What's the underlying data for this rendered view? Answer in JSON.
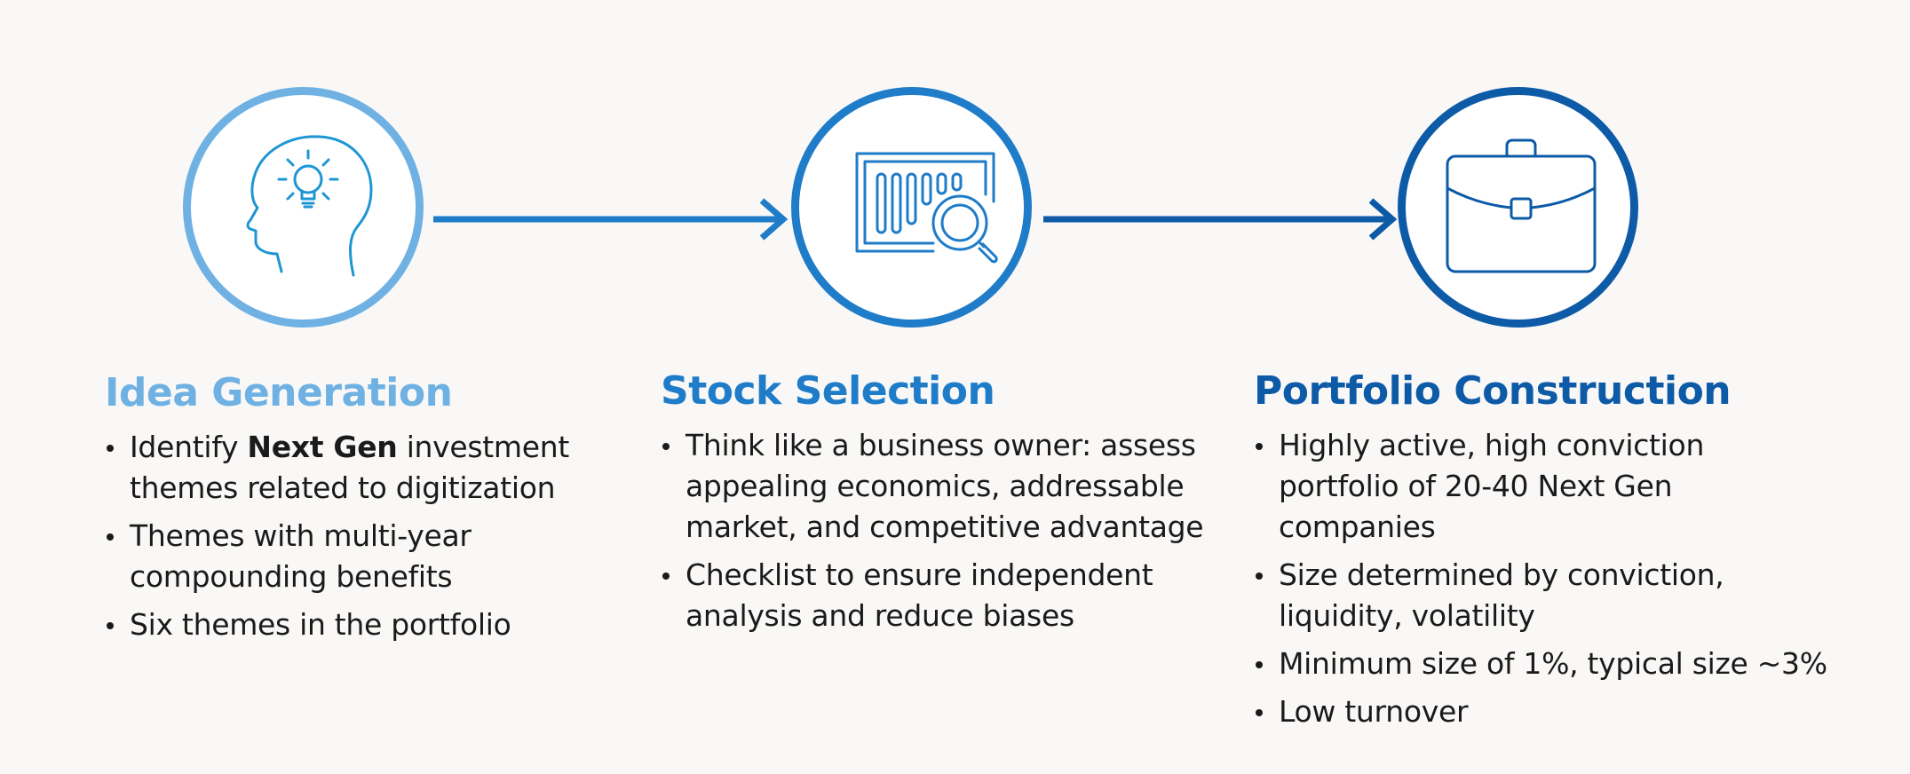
{
  "colors": {
    "background": "#f9f8f7",
    "step1": "#6fb1e3",
    "step2": "#1f7cc8",
    "step3": "#0d5aa7",
    "text": "#1a1a1a"
  },
  "steps": [
    {
      "icon": "head-lightbulb-icon",
      "title": "Idea Generation",
      "bullets": [
        {
          "pre": "Identify ",
          "bold": "Next Gen",
          "post": " investment themes related to digitization"
        },
        {
          "text": "Themes with multi-year compounding benefits"
        },
        {
          "text": "Six themes in the portfolio"
        }
      ]
    },
    {
      "icon": "chart-magnifier-icon",
      "title": "Stock Selection",
      "bullets": [
        {
          "text": "Think like a business owner: assess appealing economics, addressable market, and competitive advantage"
        },
        {
          "text": "Checklist to ensure independent analysis and reduce biases"
        }
      ]
    },
    {
      "icon": "briefcase-icon",
      "title": "Portfolio Construction",
      "bullets": [
        {
          "text": "Highly active, high conviction portfolio of 20-40 Next Gen companies"
        },
        {
          "text": "Size determined by conviction, liquidity, volatility"
        },
        {
          "text": "Minimum size of 1%, typical size ~3%"
        },
        {
          "text": "Low turnover"
        }
      ]
    }
  ]
}
